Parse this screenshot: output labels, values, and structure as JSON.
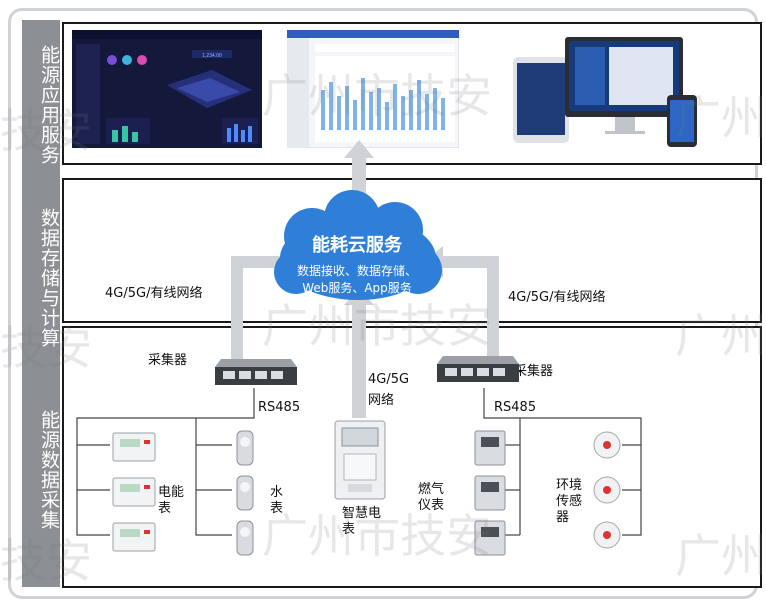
{
  "layers": {
    "app_label": "能源应用服务",
    "storage_label": "数据存储与计算",
    "collect_label": "能源数据采集"
  },
  "cloud": {
    "title": "能耗云服务",
    "line1": "数据接收、数据存储、",
    "line2": "Web服务、App服务"
  },
  "network": {
    "left": "4G/5G/有线网络",
    "right": "4G/5G/有线网络",
    "center_line1": "4G/5G",
    "center_line2": "网络"
  },
  "collectors": {
    "left_label": "采集器",
    "right_label": "采集器",
    "left_bus": "RS485",
    "right_bus": "RS485"
  },
  "devices": {
    "electric_meter": "电能表",
    "water_meter": "水表",
    "smart_meter": "智慧电表",
    "gas_meter": "燃气仪表",
    "env_sensor": "环境传感器"
  },
  "dashboard": {
    "counter": "1,234.00"
  },
  "watermark": {
    "text_a": "广州市技安",
    "text_b": "技安",
    "text_c": "广州"
  },
  "colors": {
    "sidebar": "#8c8f93",
    "cloud": "#2f7fd8",
    "arrow": "#cfd2d6",
    "dashboard_bg": "#14183a"
  }
}
